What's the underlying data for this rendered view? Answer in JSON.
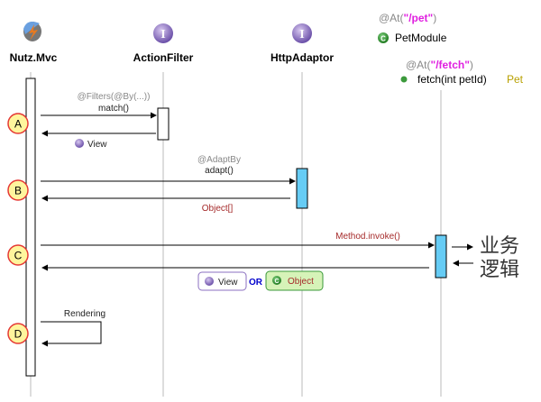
{
  "actors": {
    "nutz": "Nutz.Mvc",
    "action_filter": "ActionFilter",
    "http_adaptor": "HttpAdaptor"
  },
  "module": {
    "at_prefix": "@At(",
    "at_path": "\"/pet\"",
    "at_suffix": ")",
    "name": "PetModule",
    "method_at_prefix": "@At(",
    "method_at_path": "\"/fetch\"",
    "method_at_suffix": ")",
    "method_sig": "fetch(int petId)",
    "method_return": "Pet"
  },
  "steps": {
    "a": "A",
    "b": "B",
    "c": "C",
    "d": "D"
  },
  "messages": {
    "filters_annotation": "@Filters(@By(...))",
    "match_call": "match()",
    "view_return": "View",
    "adapt_annotation": "@AdaptBy",
    "adapt_call": "adapt()",
    "object_array_return": "Object[]",
    "invoke_call": "Method.invoke()",
    "result_view": "View",
    "or_label": "OR",
    "result_object": "Object",
    "rendering": "Rendering",
    "business_logic_line1": "业务",
    "business_logic_line2": "逻辑"
  },
  "colors": {
    "activation_blue": "#66ccf5",
    "step_fill": "#fff59d",
    "step_border": "#e53935",
    "annotation_magenta": "#e020e0",
    "return_red": "#a52a2a",
    "or_blue": "#0000cc"
  }
}
